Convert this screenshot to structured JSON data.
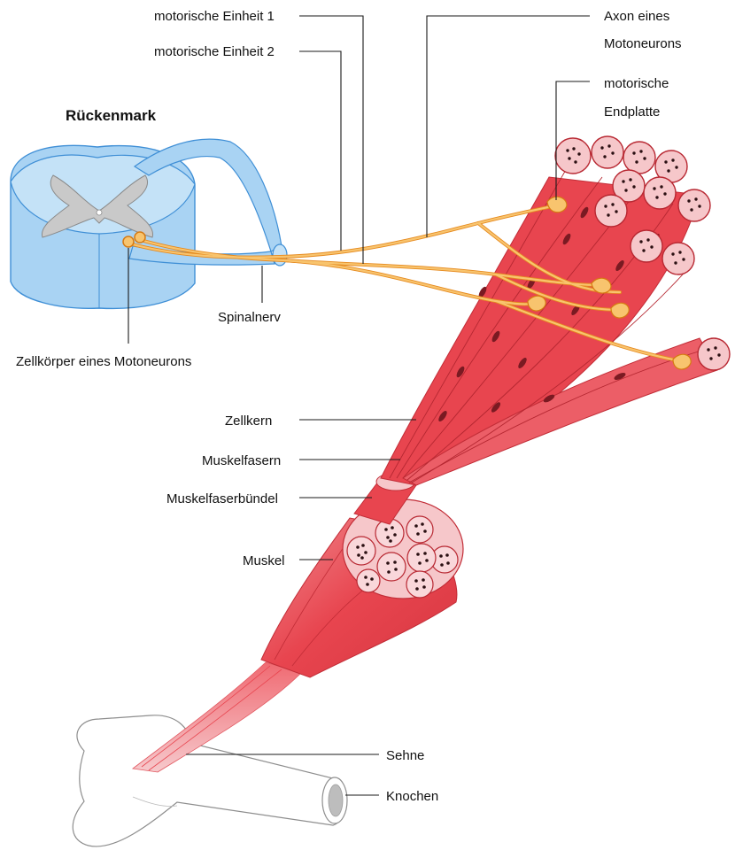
{
  "labels": {
    "title": "Rückenmark",
    "motor_unit_1": "motorische Einheit 1",
    "motor_unit_2": "motorische Einheit 2",
    "axon_line1": "Axon eines",
    "axon_line2": "Motoneurons",
    "endplate_line1": "motorische",
    "endplate_line2": "Endplatte",
    "spinal_nerve": "Spinalnerv",
    "cell_body": "Zellkörper eines Motoneurons",
    "nucleus": "Zellkern",
    "muscle_fibers": "Muskelfasern",
    "fiber_bundle": "Muskelfaserbündel",
    "muscle": "Muskel",
    "tendon": "Sehne",
    "bone": "Knochen"
  },
  "colors": {
    "spinal_cord_fill": "#a9d3f3",
    "spinal_cord_stroke": "#3f8fd6",
    "grey_matter": "#c9c9c9",
    "muscle_red": "#e8454f",
    "muscle_light": "#f19aa0",
    "muscle_dark": "#c92f3a",
    "nucleus_dark": "#7a1a22",
    "axon_orange": "#f6b04a",
    "endplate": "#f7c270",
    "bone_stroke": "#8e8e8e"
  }
}
